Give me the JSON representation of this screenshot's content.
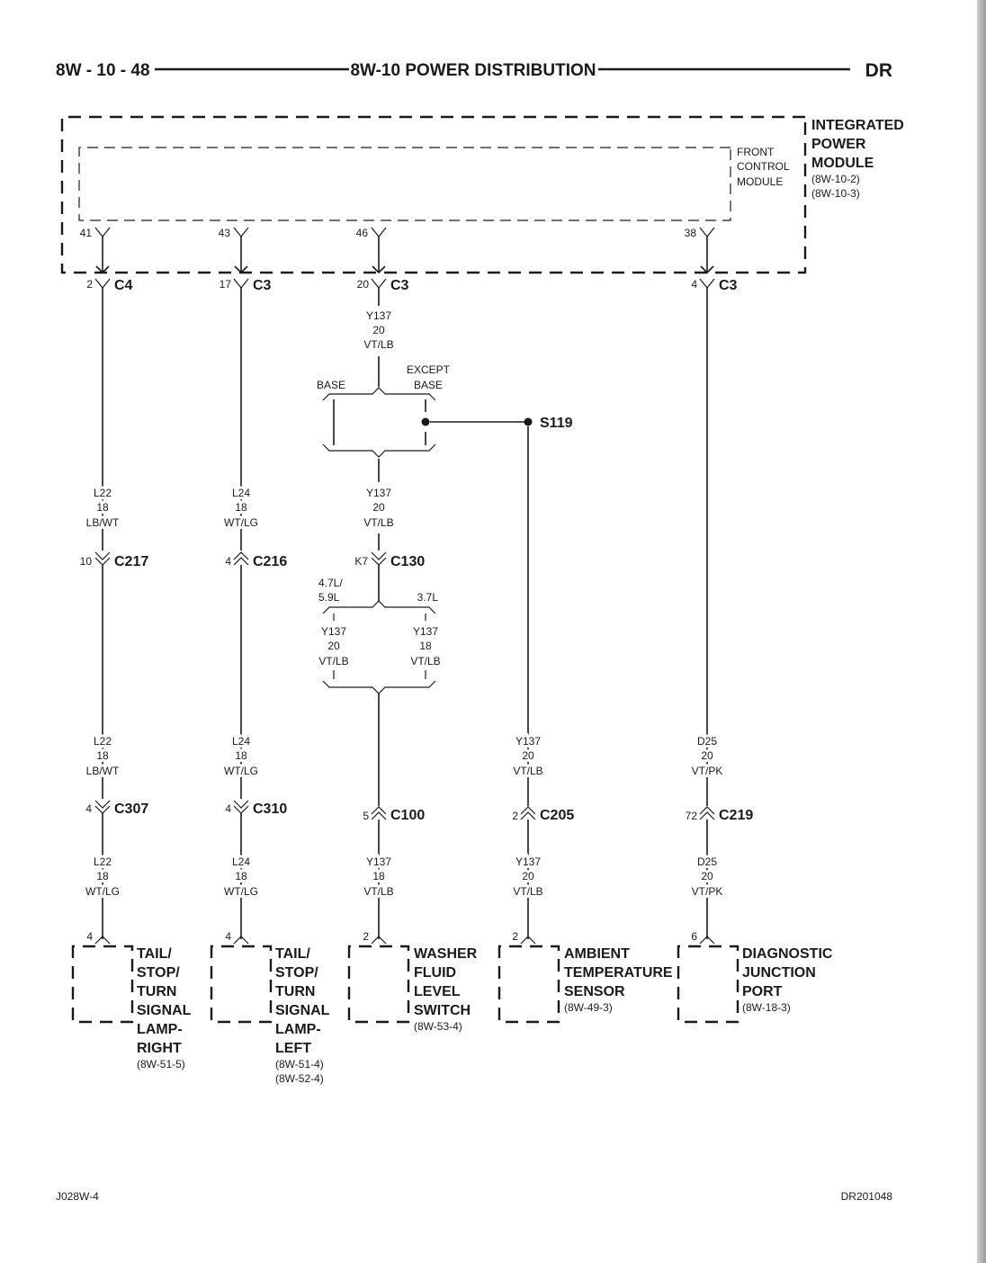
{
  "header": {
    "page_number": "8W - 10 - 48",
    "section_title": "8W-10 POWER DISTRIBUTION",
    "model_code": "DR"
  },
  "footer": {
    "left_code": "J028W-4",
    "right_code": "DR201048"
  },
  "ipm": {
    "name": [
      "INTEGRATED",
      "POWER",
      "MODULE"
    ],
    "refs": [
      "(8W-10-2)",
      "(8W-10-3)"
    ],
    "fcm_name": [
      "FRONT",
      "CONTROL",
      "MODULE"
    ]
  },
  "circuits": [
    {
      "id": "tail-right",
      "fcm_pin": "41",
      "ipm_pin": "2",
      "ipm_conn": "C4",
      "wire1": [
        "L22",
        "18",
        "LB/WT"
      ],
      "inline1_pin": "10",
      "inline1_conn": "C217",
      "wire2": [
        "L22",
        "18",
        "LB/WT"
      ],
      "inline2_pin": "4",
      "inline2_conn": "C307",
      "wire3": [
        "L22",
        "18",
        "WT/LG"
      ],
      "comp_pin": "4",
      "comp_name": [
        "TAIL/",
        "STOP/",
        "TURN",
        "SIGNAL",
        "LAMP-",
        "RIGHT"
      ],
      "comp_refs": [
        "(8W-51-5)"
      ]
    },
    {
      "id": "tail-left",
      "fcm_pin": "43",
      "ipm_pin": "17",
      "ipm_conn": "C3",
      "wire1": [
        "L24",
        "18",
        "WT/LG"
      ],
      "inline1_pin": "4",
      "inline1_conn": "C216",
      "wire2": [
        "L24",
        "18",
        "WT/LG"
      ],
      "inline2_pin": "4",
      "inline2_conn": "C310",
      "wire3": [
        "L24",
        "18",
        "WT/LG"
      ],
      "comp_pin": "4",
      "comp_name": [
        "TAIL/",
        "STOP/",
        "TURN",
        "SIGNAL",
        "LAMP-",
        "LEFT"
      ],
      "comp_refs": [
        "(8W-51-4)",
        "(8W-52-4)"
      ]
    },
    {
      "id": "washer",
      "fcm_pin": "46",
      "ipm_pin": "20",
      "ipm_conn": "C3",
      "wire1": [
        "Y137",
        "20",
        "VT/LB"
      ],
      "option_base": "BASE",
      "option_except": [
        "EXCEPT",
        "BASE"
      ],
      "wire_mid": [
        "Y137",
        "20",
        "VT/LB"
      ],
      "inline1_pin": "K7",
      "inline1_conn": "C130",
      "engine_a": [
        "4.7L/",
        "5.9L"
      ],
      "engine_b": "3.7L",
      "wire_a": [
        "Y137",
        "20",
        "VT/LB"
      ],
      "wire_b": [
        "Y137",
        "18",
        "VT/LB"
      ],
      "inline2_pin": "5",
      "inline2_conn": "C100",
      "wire3": [
        "Y137",
        "18",
        "VT/LB"
      ],
      "comp_pin": "2",
      "comp_name": [
        "WASHER",
        "FLUID",
        "LEVEL",
        "SWITCH"
      ],
      "comp_refs": [
        "(8W-53-4)"
      ]
    },
    {
      "id": "ambient",
      "splice": "S119",
      "wire2": [
        "Y137",
        "20",
        "VT/LB"
      ],
      "inline2_pin": "2",
      "inline2_conn": "C205",
      "wire3": [
        "Y137",
        "20",
        "VT/LB"
      ],
      "comp_pin": "2",
      "comp_name": [
        "AMBIENT",
        "TEMPERATURE",
        "SENSOR"
      ],
      "comp_refs": [
        "(8W-49-3)"
      ]
    },
    {
      "id": "diag",
      "fcm_pin": "38",
      "ipm_pin": "4",
      "ipm_conn": "C3",
      "wire2": [
        "D25",
        "20",
        "VT/PK"
      ],
      "inline2_pin": "72",
      "inline2_conn": "C219",
      "wire3": [
        "D25",
        "20",
        "VT/PK"
      ],
      "comp_pin": "6",
      "comp_name": [
        "DIAGNOSTIC",
        "JUNCTION",
        "PORT"
      ],
      "comp_refs": [
        "(8W-18-3)"
      ]
    }
  ]
}
